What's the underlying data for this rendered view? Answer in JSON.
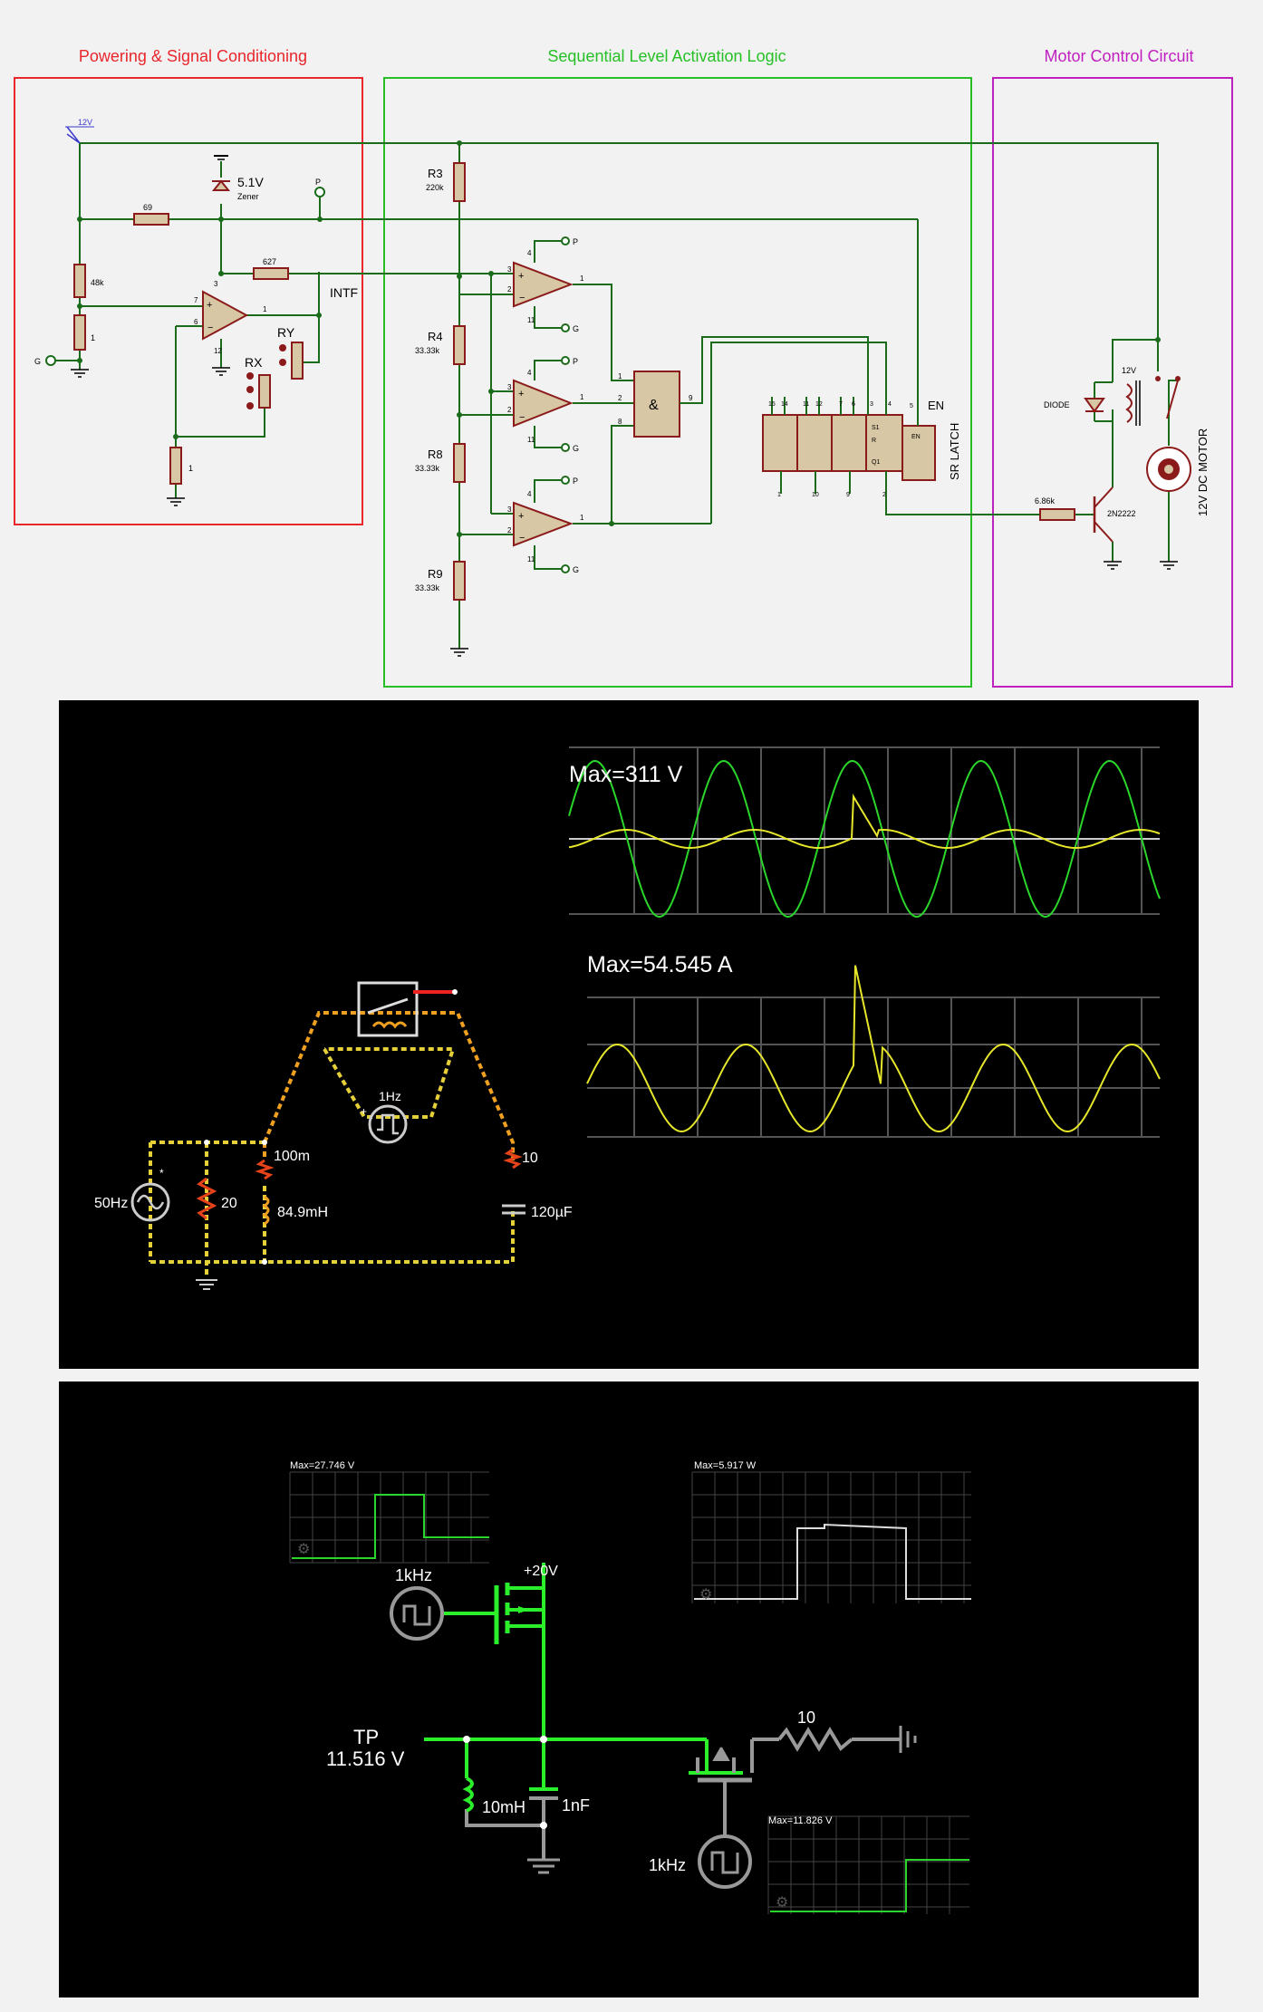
{
  "section_titles": {
    "power": "Powering & Signal Conditioning",
    "logic": "Sequential Level Activation Logic",
    "motor": "Motor Control Circuit"
  },
  "colors": {
    "power_box": "#e8262b",
    "logic_box": "#26c026",
    "motor_box": "#c01fc0",
    "wire": "#1a6b1a",
    "component": "#8b1a1a",
    "component_fill": "#d8c7a4"
  },
  "schematic_labels": {
    "vcc": "12V",
    "zener_voltage": "5.1V",
    "zener_name": "Zener",
    "p_label": "P",
    "g_label": "G",
    "r69": "69",
    "r627": "627",
    "r48k": "48k",
    "r1a": "1",
    "r1b": "1",
    "intf": "INTF",
    "ry": "RY",
    "rx": "RX",
    "r3": "R3",
    "r3v": "220k",
    "r4": "R4",
    "r4v": "33.33k",
    "r8": "R8",
    "r8v": "33.33k",
    "r9": "R9",
    "r9v": "33.33k",
    "and_sym": "&",
    "latch_name": "SR LATCH",
    "en": "EN",
    "diode": "DIODE",
    "relay_v": "12V",
    "r686": "6.86k",
    "transistor": "2N2222",
    "motor": "12V DC MOTOR"
  },
  "pin_numbers": {
    "u1": [
      "4",
      "3",
      "2",
      "11",
      "1"
    ],
    "u2": [
      "4",
      "3",
      "2",
      "11",
      "1"
    ],
    "u3": [
      "4",
      "3",
      "2",
      "11",
      "1"
    ],
    "op_main": [
      "3",
      "7",
      "6",
      "12",
      "1"
    ],
    "and": [
      "1",
      "2",
      "8",
      "9"
    ],
    "latch_top": [
      "15",
      "14",
      "11",
      "12",
      "7",
      "6",
      "3",
      "4",
      "5"
    ],
    "latch_bottom": [
      "1",
      "10",
      "9",
      "2"
    ],
    "latch_inner": [
      "S1",
      "R",
      "EN",
      "Q1"
    ]
  },
  "sim1": {
    "scope1_label": "Max=311 V",
    "scope2_label": "Max=54.545 A",
    "source_ac": "50Hz",
    "source_ac_mark": "*",
    "r20": "20",
    "r100m": "100m",
    "l84": "84.9mH",
    "r10": "10",
    "c120": "120µF",
    "sq_source": "1Hz",
    "sq_plus": "+"
  },
  "sim2": {
    "scope1_label": "Max=27.746 V",
    "scope2_label": "Max=5.917 W",
    "scope3_label": "Max=11.826 V",
    "vplus": "+20V",
    "gate_src1": "1kHz",
    "gate_src2": "1kHz",
    "tp_label": "TP",
    "tp_value": "11.516 V",
    "inductor": "10mH",
    "capacitor": "1nF",
    "resistor": "10"
  }
}
